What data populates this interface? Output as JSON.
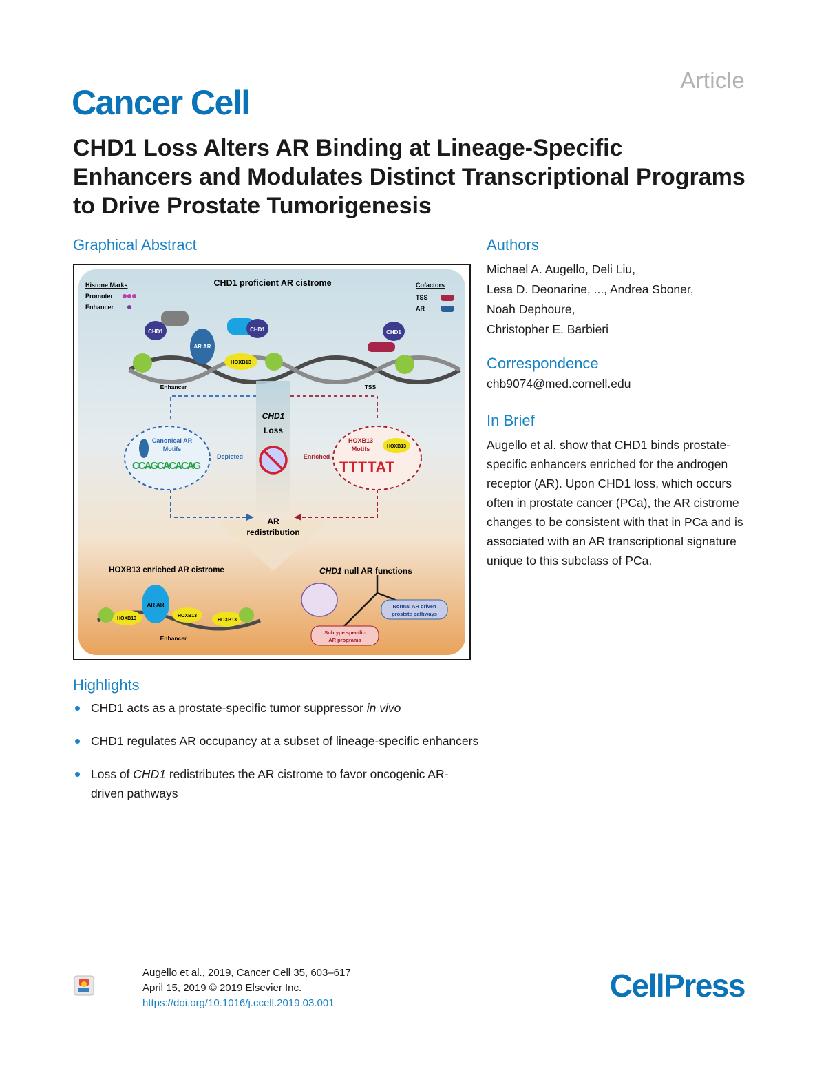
{
  "header": {
    "article_label": "Article",
    "journal_name": "Cancer Cell",
    "title": "CHD1 Loss Alters AR Binding at Lineage-Specific Enhancers and Modulates Distinct Transcriptional Programs to Drive Prostate Tumorigenesis"
  },
  "sections": {
    "graphical_abstract": "Graphical Abstract",
    "authors": "Authors",
    "correspondence": "Correspondence",
    "in_brief": "In Brief",
    "highlights": "Highlights"
  },
  "authors": [
    "Michael A. Augello, Deli Liu,",
    "Lesa D. Deonarine, ..., Andrea Sboner,",
    "Noah Dephoure,",
    "Christopher E. Barbieri"
  ],
  "correspondence_email": "chb9074@med.cornell.edu",
  "in_brief": "Augello et al. show that CHD1 binds prostate-specific enhancers enriched for the androgen receptor (AR). Upon CHD1 loss, which occurs often in prostate cancer (PCa), the AR cistrome changes to be consistent with that in PCa and is associated with an AR transcriptional signature unique to this subclass of PCa.",
  "highlights": [
    {
      "text": "CHD1 acts as a prostate-specific tumor suppressor ",
      "italic": "in vivo",
      "rest": ""
    },
    {
      "text": "CHD1 regulates AR occupancy at a subset of lineage-specific enhancers",
      "italic": "",
      "rest": ""
    },
    {
      "text": "Loss of ",
      "italic": "CHD1",
      "rest": " redistributes the AR cistrome to favor oncogenic AR-driven pathways"
    }
  ],
  "graphical_abstract": {
    "top_title": "CHD1 proficient AR cistrome",
    "histone_marks": "Histone Marks",
    "promoter": "Promoter",
    "enhancer_mark": "Enhancer",
    "cofactors": "Cofactors",
    "tss_legend": "TSS",
    "ar_legend": "AR",
    "chd1": "CHD1",
    "ar": "AR",
    "hoxb13": "HOXB13",
    "enhancer": "Enhancer",
    "tss": "TSS",
    "chd1_italic": "CHD1",
    "loss": "Loss",
    "canonical_ar": "Canonical AR",
    "motifs": "Motifs",
    "depleted": "Depleted",
    "enriched": "Enriched",
    "hoxb13_motifs": "HOXB13",
    "motif_seq_left": "CCAGCACACAG",
    "motif_seq_right": "TTTTAT",
    "ar_redist_1": "AR",
    "ar_redist_2": "redistribution",
    "bottom_left_title": "HOXB13 enriched AR cistrome",
    "bottom_right_title": "null AR functions",
    "normal_ar_1": "Normal AR driven",
    "normal_ar_2": "prostate pathways",
    "subtype_1": "Subtype specific",
    "subtype_2": "AR programs",
    "ar_pair": "AR AR"
  },
  "footer": {
    "citation": "Augello et al., 2019, Cancer Cell 35, 603–617",
    "date": "April 15, 2019 © 2019 Elsevier Inc.",
    "doi": "https://doi.org/10.1016/j.ccell.2019.03.001",
    "publisher": "CellPress"
  }
}
